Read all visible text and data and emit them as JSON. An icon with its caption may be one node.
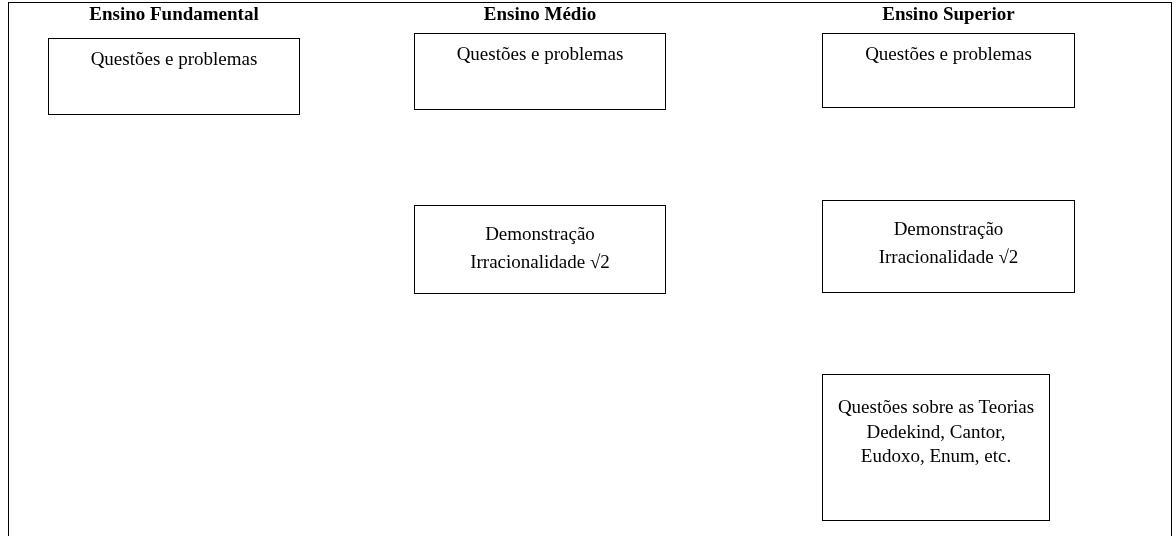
{
  "diagram": {
    "nodes": [
      {
        "text": [
          "Questões e problemas"
        ]
      },
      {
        "text": [
          "Questões e problemas"
        ]
      },
      {
        "text": [
          "Questões e problemas"
        ]
      },
      {
        "text": [
          "Demonstração",
          "Irracionalidade √2"
        ]
      },
      {
        "text": [
          "Demonstração",
          "Irracionalidade √2"
        ]
      },
      {
        "text": [
          "Questões sobre as Teorias Dedekind, Cantor, Eudoxo, Enum, etc."
        ]
      }
    ],
    "labels": [
      "Ensino Fundamental",
      "Ensino Médio",
      "Ensino Superior"
    ]
  }
}
